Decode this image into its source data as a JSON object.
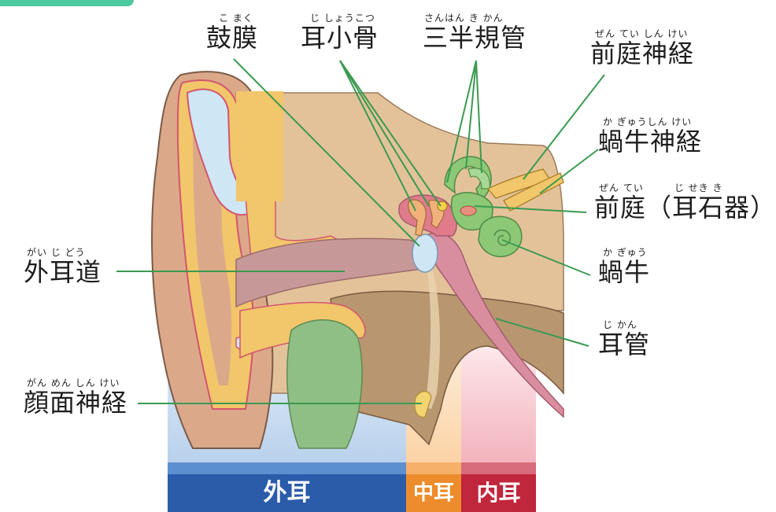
{
  "labels": {
    "komaku": {
      "ruby": "こ まく",
      "text": "鼓膜"
    },
    "jishoukotsu": {
      "ruby": "じ しょうこつ",
      "text": "耳小骨"
    },
    "sanhankikan": {
      "ruby": "さんはん き かん",
      "text": "三半規管"
    },
    "zenteishinkei": {
      "ruby": "ぜん てい しん けい",
      "text": "前庭神経"
    },
    "kagyushinkei": {
      "ruby": "か ぎゅうしん けい",
      "text": "蝸牛神経"
    },
    "zentei": {
      "ruby": "ぜん てい　　　じ せき き",
      "text": "前庭（耳石器）"
    },
    "kagyu": {
      "ruby": "か ぎゅう",
      "text": "蝸牛"
    },
    "jikan": {
      "ruby": "じ かん",
      "text": "耳管"
    },
    "gaijidou": {
      "ruby": "がい じ どう",
      "text": "外耳道"
    },
    "ganmenshinkei": {
      "ruby": "がん めん しん けい",
      "text": "顔面神経"
    }
  },
  "regions": {
    "outer": "外耳",
    "middle": "中耳",
    "inner": "内耳"
  },
  "colors": {
    "outer": "#2a5caa",
    "middle": "#ec8c2c",
    "inner": "#c0263c",
    "leader": "#3a9a50",
    "skin": "#dba98a",
    "bone": "#f2c66a",
    "cartilage_edge": "#d2566e",
    "fluid": "#cfe6f5",
    "inner_ear": "#8cc876",
    "canal": "#d98ea0"
  }
}
